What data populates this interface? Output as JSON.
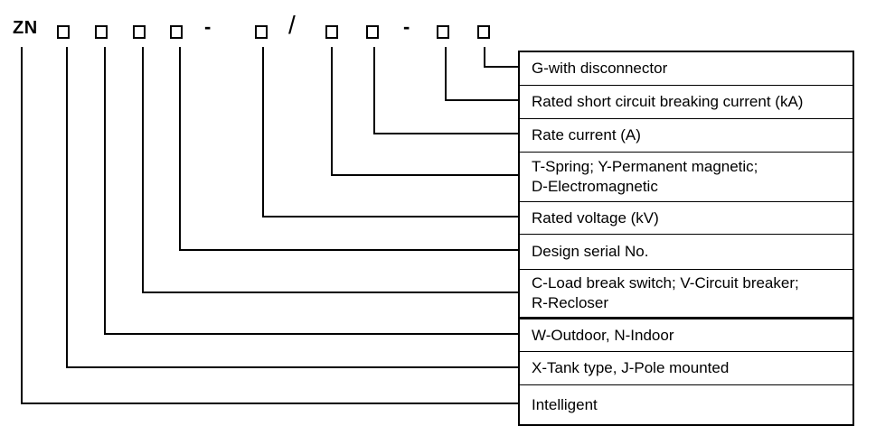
{
  "model_code": {
    "prefix": "ZN",
    "dash": "-",
    "slash": "/",
    "placeholder_box_count": 9
  },
  "table": {
    "rows": [
      {
        "label": "G-with disconnector"
      },
      {
        "label": "Rated short circuit breaking current (kA)"
      },
      {
        "label": "Rate current (A)"
      },
      {
        "label": "T-Spring; Y-Permanent magnetic;\nD-Electromagnetic"
      },
      {
        "label": "Rated voltage (kV)"
      },
      {
        "label": "Design serial No."
      },
      {
        "label": "C-Load break switch; V-Circuit breaker;\nR-Recloser"
      },
      {
        "label": "W-Outdoor, N-Indoor"
      },
      {
        "label": "X-Tank type, J-Pole mounted"
      },
      {
        "label": "Intelligent"
      }
    ]
  },
  "colors": {
    "line": "#000000",
    "text": "#000000",
    "background": "#ffffff"
  }
}
